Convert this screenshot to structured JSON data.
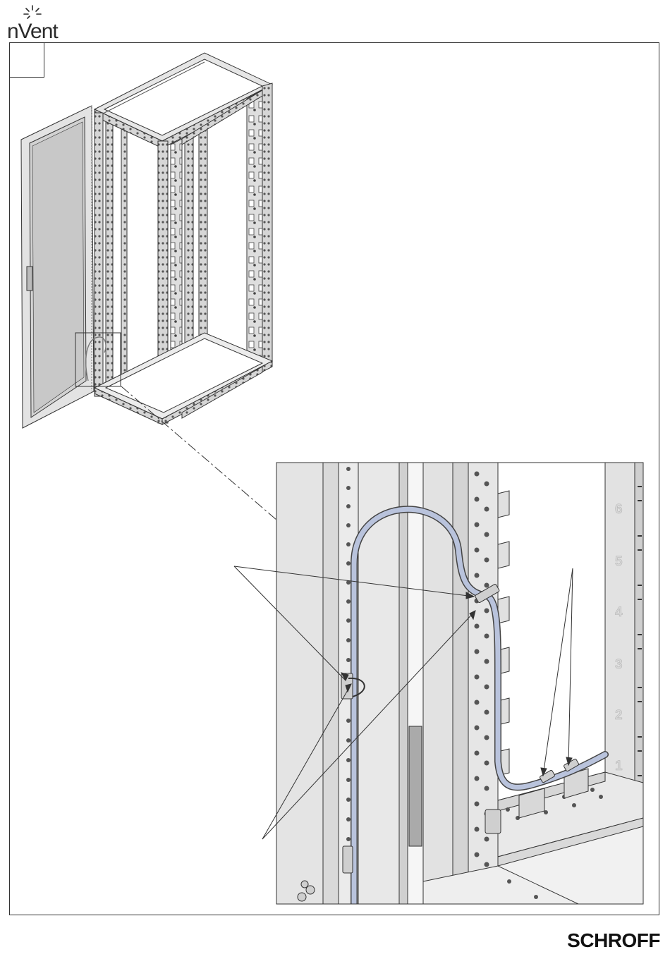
{
  "header": {
    "logo_text": "nVent",
    "logo_icon": "sunburst-icon",
    "step_number": ""
  },
  "footer": {
    "brand": "SCHROFF"
  },
  "detail": {
    "rack_unit_labels": [
      "6",
      "5",
      "4",
      "3",
      "2",
      "1"
    ]
  },
  "colors": {
    "line": "#333333",
    "metal": "#e4e4e4",
    "metal_dark": "#c9c9c9",
    "cable": "#b9c3dc"
  }
}
